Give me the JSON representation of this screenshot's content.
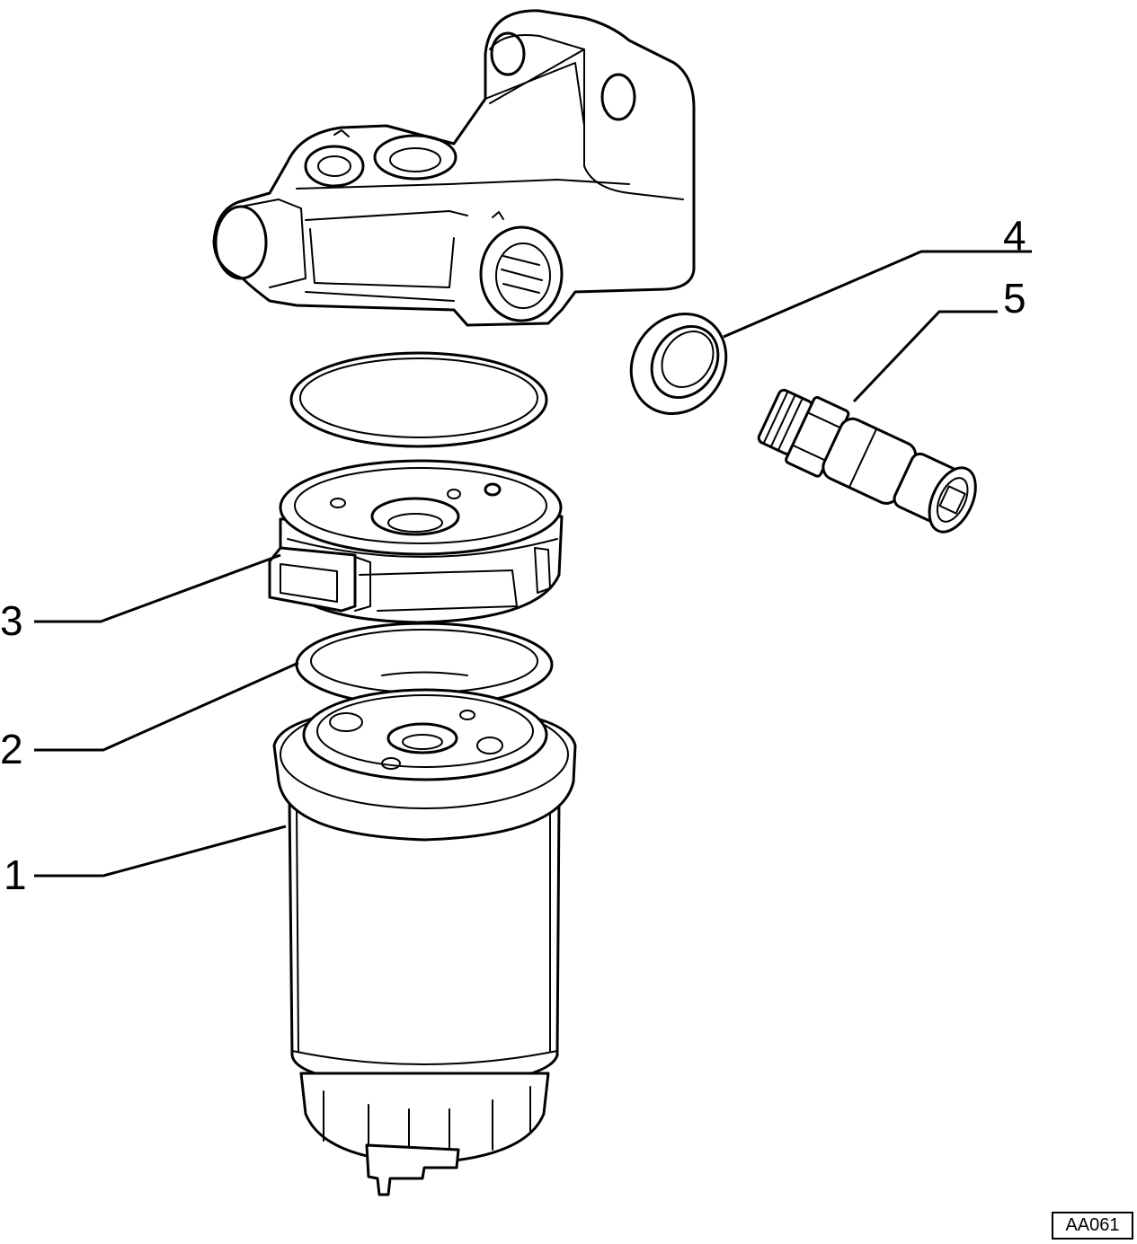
{
  "callouts": [
    {
      "id": "1",
      "label": "1"
    },
    {
      "id": "2",
      "label": "2"
    },
    {
      "id": "3",
      "label": "3"
    },
    {
      "id": "4",
      "label": "4"
    },
    {
      "id": "5",
      "label": "5"
    }
  ],
  "reference_code": "AA061"
}
